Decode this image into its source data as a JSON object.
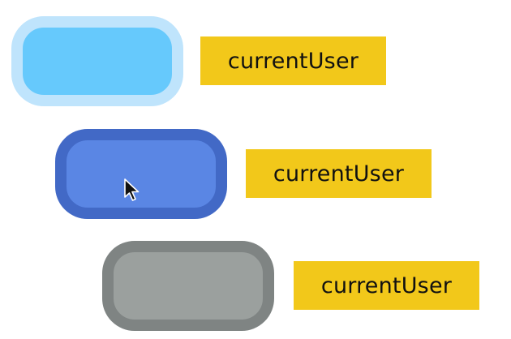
{
  "rows": [
    {
      "label": "currentUser",
      "button_fill": "#66c9fc",
      "button_border": "#bfe4fc",
      "tag_color": "#f2c81a"
    },
    {
      "label": "currentUser",
      "button_fill": "#5a86e4",
      "button_border": "#4269c6",
      "tag_color": "#f2c81a"
    },
    {
      "label": "currentUser",
      "button_fill": "#9ba09e",
      "button_border": "#7f8483",
      "tag_color": "#f2c81a"
    }
  ],
  "cursor_icon": "arrow-pointer-icon"
}
